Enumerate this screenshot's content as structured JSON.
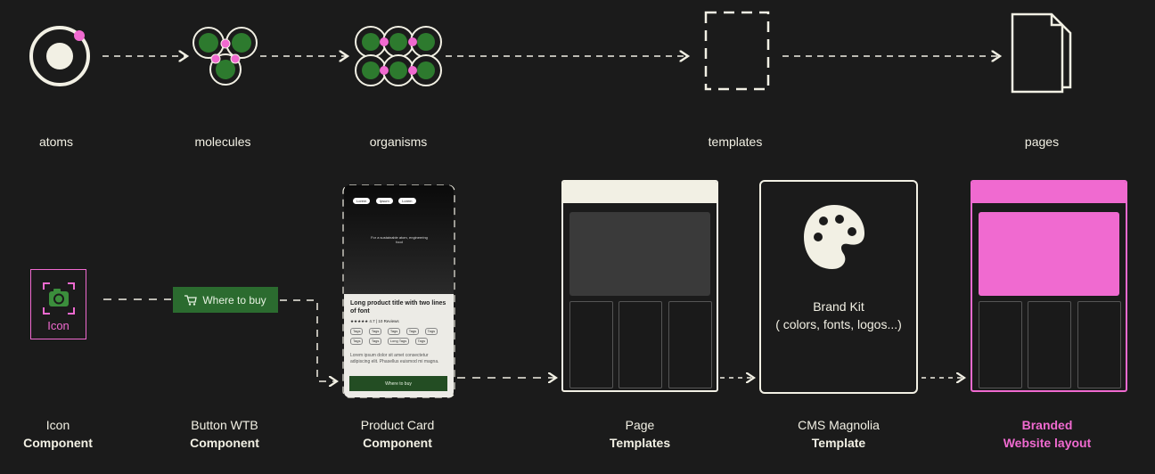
{
  "levels": [
    {
      "label": "atoms",
      "icon": "atom-icon"
    },
    {
      "label": "molecules",
      "icon": "molecule-icon"
    },
    {
      "label": "organisms",
      "icon": "organism-icon"
    },
    {
      "label": "templates",
      "icon": "template-icon"
    },
    {
      "label": "pages",
      "icon": "pages-icon"
    }
  ],
  "examples": {
    "icon_component": {
      "box_text": "Icon",
      "line1": "Icon",
      "line2": "Component"
    },
    "button_wtb": {
      "button_text": "Where to buy",
      "line1": "Button WTB",
      "line2": "Component"
    },
    "product_card": {
      "chips": [
        "Lorem",
        "Ipsum",
        "Lorem"
      ],
      "hero_text": "For a sustainable atom, engineering food",
      "title": "Long product title with two lines of font",
      "rating": "★★★★★ 4.7 | 10 Reviews",
      "tags": [
        "Tags",
        "Tags",
        "Tags",
        "Tags",
        "Tags",
        "Tags",
        "Tags",
        "Long Tags",
        "Tags"
      ],
      "description": "Lorem ipsum dolor sit amet consectetur adipiscing elit. Phasellus euismod mi magna.",
      "cta": "Where to buy",
      "line1": "Product Card",
      "line2": "Component"
    },
    "page_templates": {
      "line1": "Page",
      "line2": "Templates"
    },
    "cms_magnolia": {
      "title": "Brand Kit",
      "subtitle": "( colors, fonts, logos...)",
      "line1": "CMS Magnolia",
      "line2": "Template"
    },
    "branded": {
      "line1": "Branded",
      "line2": "Website layout"
    }
  },
  "colors": {
    "background": "#1b1b1b",
    "cream": "#f2f0e4",
    "pink": "#f06ad0",
    "green": "#2b6b2f"
  }
}
